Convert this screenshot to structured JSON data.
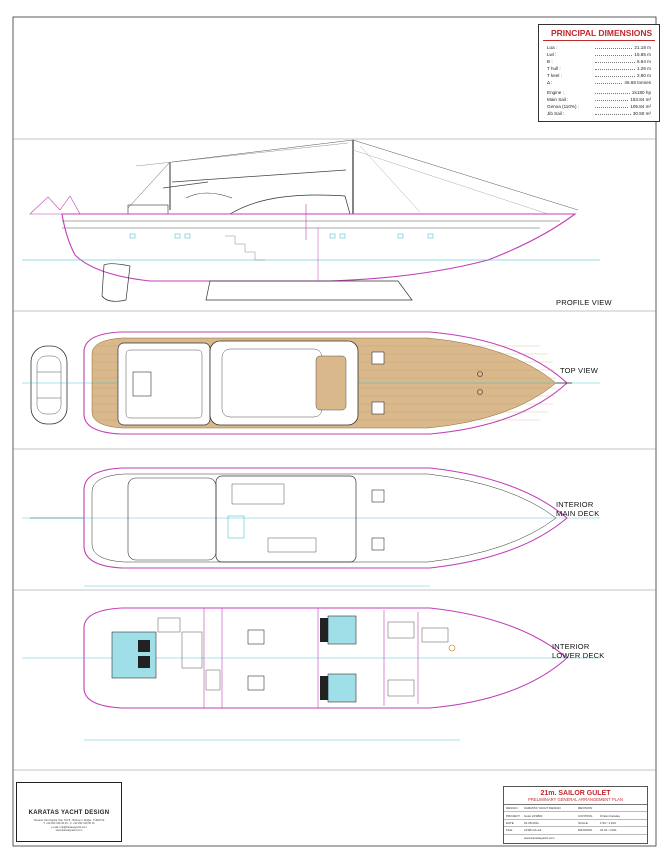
{
  "principal_dimensions": {
    "title": "PRINCIPAL DIMENSIONS",
    "rows": [
      {
        "label": "Loa :",
        "value": "21.18 m"
      },
      {
        "label": "Lwl :",
        "value": "16.85 m"
      },
      {
        "label": "B :",
        "value": "5.84 m"
      },
      {
        "label": "T hull :",
        "value": "1.26 m"
      },
      {
        "label": "T keel :",
        "value": "2.80 m"
      },
      {
        "label": "Δ :",
        "value": "45.68 tonnes"
      }
    ],
    "rows2": [
      {
        "label": "Engine :",
        "value": "2x180 hp"
      },
      {
        "label": "Main Sail :",
        "value": "153.84 m²"
      },
      {
        "label": "Genoa (110%) :",
        "value": "105.84 m²"
      },
      {
        "label": "Jib Sail :",
        "value": "30.50 m²"
      }
    ]
  },
  "views": {
    "profile": "PROFILE VIEW",
    "top": "TOP VIEW",
    "main_deck": [
      "INTERIOR",
      "MAIN DECK"
    ],
    "lower_deck": [
      "INTERIOR",
      "LOWER DECK"
    ]
  },
  "logo": {
    "name": "KARATAS YACHT DESIGN",
    "address": [
      "Tersane Yolu Kapılar Sok. NO:8 - Bodrum / Muğla - TÜRKİYE",
      "T: +90 252 316 00 00 - F: +90 252 316 00 01",
      "e-mail: info@karatasyacht.com",
      "www.karatasyacht.com"
    ]
  },
  "title_block": {
    "title": "21m. SAILOR GULET",
    "subtitle": "PRELIMINARY GENERAL ARRANGEMENT PLAN",
    "rows": [
      [
        "DESIGN",
        "KARATAS YACHT DESIGN",
        "REVISION",
        ""
      ],
      [
        "PROJECT",
        "Gulet 21SB01",
        "CONTROL",
        "Özkan Karataş"
      ],
      [
        "DATE",
        "01.08.2011",
        "SCALE",
        "1:50 / 1:100"
      ],
      [
        "FILE",
        "21SB-GA-A3",
        "DRAWING",
        "01-01 / 2011"
      ],
      [
        "",
        "www.karatasyacht.com",
        "",
        ""
      ]
    ]
  },
  "colors": {
    "hull_magenta": "#c040b8",
    "water_cyan": "#2ab8c8",
    "teak": "#c89f6a",
    "accent_red": "#c0282e",
    "line": "#222222"
  }
}
